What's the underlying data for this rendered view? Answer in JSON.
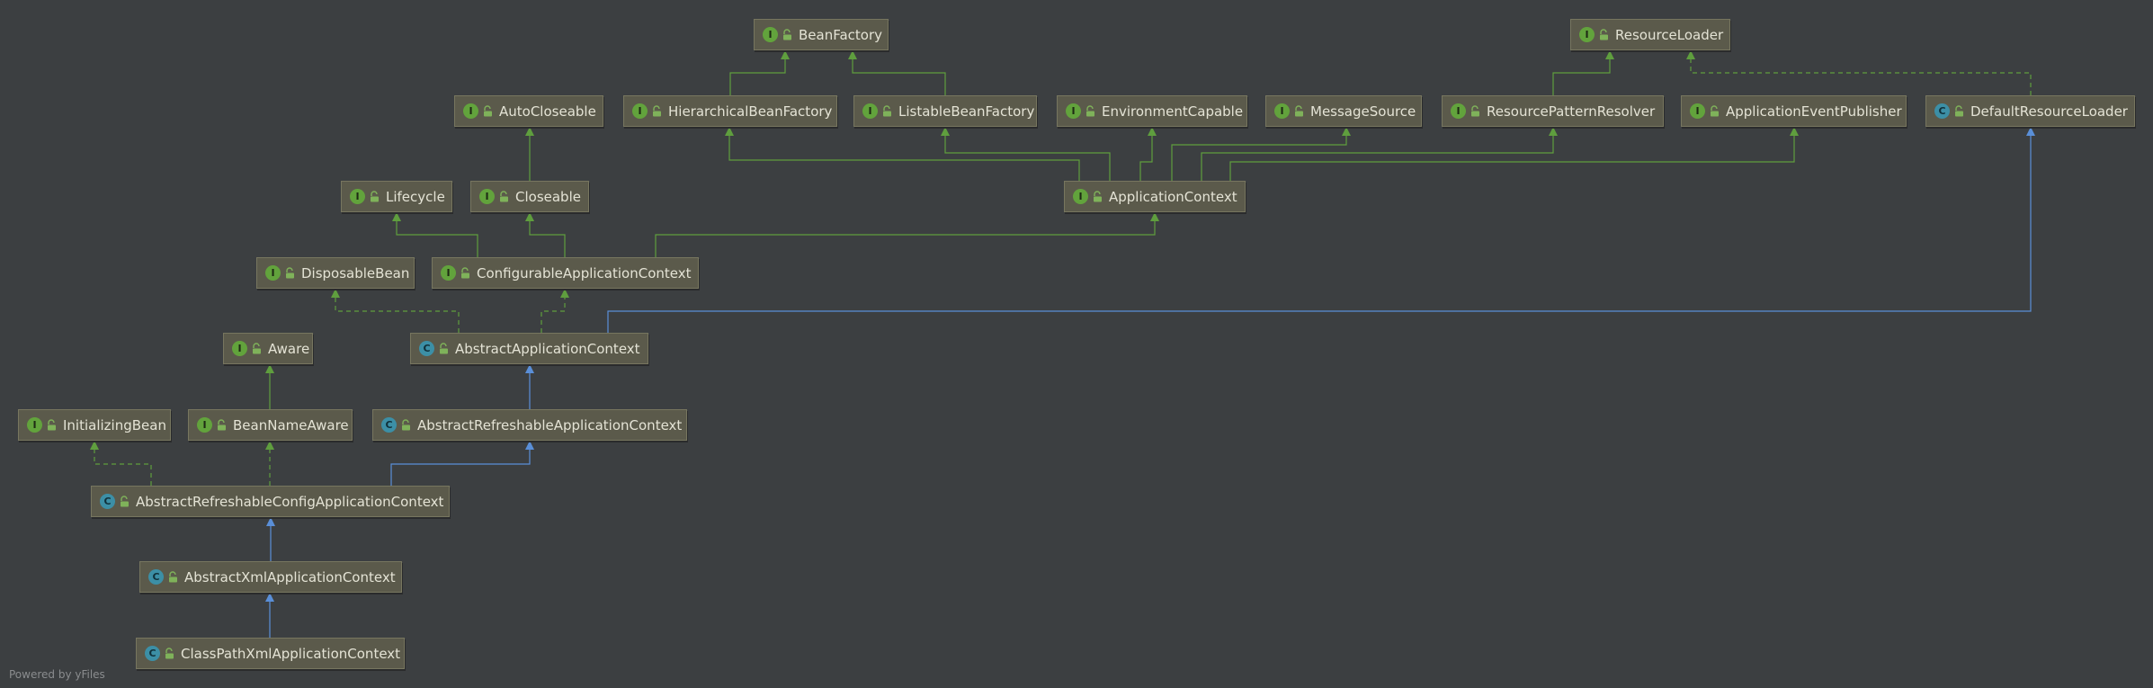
{
  "nodes": [
    {
      "id": "BeanFactory",
      "kind": "I",
      "label": "BeanFactory"
    },
    {
      "id": "ResourceLoader",
      "kind": "I",
      "label": "ResourceLoader"
    },
    {
      "id": "AutoCloseable",
      "kind": "I",
      "label": "AutoCloseable"
    },
    {
      "id": "HierarchicalBeanFactory",
      "kind": "I",
      "label": "HierarchicalBeanFactory"
    },
    {
      "id": "ListableBeanFactory",
      "kind": "I",
      "label": "ListableBeanFactory"
    },
    {
      "id": "EnvironmentCapable",
      "kind": "I",
      "label": "EnvironmentCapable"
    },
    {
      "id": "MessageSource",
      "kind": "I",
      "label": "MessageSource"
    },
    {
      "id": "ResourcePatternResolver",
      "kind": "I",
      "label": "ResourcePatternResolver"
    },
    {
      "id": "ApplicationEventPublisher",
      "kind": "I",
      "label": "ApplicationEventPublisher"
    },
    {
      "id": "DefaultResourceLoader",
      "kind": "C",
      "label": "DefaultResourceLoader"
    },
    {
      "id": "Lifecycle",
      "kind": "I",
      "label": "Lifecycle"
    },
    {
      "id": "Closeable",
      "kind": "I",
      "label": "Closeable"
    },
    {
      "id": "ApplicationContext",
      "kind": "I",
      "label": "ApplicationContext"
    },
    {
      "id": "DisposableBean",
      "kind": "I",
      "label": "DisposableBean"
    },
    {
      "id": "ConfigurableApplicationContext",
      "kind": "I",
      "label": "ConfigurableApplicationContext"
    },
    {
      "id": "Aware",
      "kind": "I",
      "label": "Aware"
    },
    {
      "id": "AbstractApplicationContext",
      "kind": "C",
      "label": "AbstractApplicationContext"
    },
    {
      "id": "InitializingBean",
      "kind": "I",
      "label": "InitializingBean"
    },
    {
      "id": "BeanNameAware",
      "kind": "I",
      "label": "BeanNameAware"
    },
    {
      "id": "AbstractRefreshableApplicationContext",
      "kind": "C",
      "label": "AbstractRefreshableApplicationContext"
    },
    {
      "id": "AbstractRefreshableConfigApplicationContext",
      "kind": "C",
      "label": "AbstractRefreshableConfigApplicationContext"
    },
    {
      "id": "AbstractXmlApplicationContext",
      "kind": "C",
      "label": "AbstractXmlApplicationContext"
    },
    {
      "id": "ClassPathXmlApplicationContext",
      "kind": "C",
      "label": "ClassPathXmlApplicationContext"
    }
  ],
  "edges": [
    {
      "from": "HierarchicalBeanFactory",
      "to": "BeanFactory",
      "type": "extends"
    },
    {
      "from": "ListableBeanFactory",
      "to": "BeanFactory",
      "type": "extends"
    },
    {
      "from": "ResourcePatternResolver",
      "to": "ResourceLoader",
      "type": "extends"
    },
    {
      "from": "DefaultResourceLoader",
      "to": "ResourceLoader",
      "type": "implements"
    },
    {
      "from": "ApplicationContext",
      "to": "HierarchicalBeanFactory",
      "type": "extends"
    },
    {
      "from": "ApplicationContext",
      "to": "ListableBeanFactory",
      "type": "extends"
    },
    {
      "from": "ApplicationContext",
      "to": "EnvironmentCapable",
      "type": "extends"
    },
    {
      "from": "ApplicationContext",
      "to": "MessageSource",
      "type": "extends"
    },
    {
      "from": "ApplicationContext",
      "to": "ResourcePatternResolver",
      "type": "extends"
    },
    {
      "from": "ApplicationContext",
      "to": "ApplicationEventPublisher",
      "type": "extends"
    },
    {
      "from": "Closeable",
      "to": "AutoCloseable",
      "type": "extends"
    },
    {
      "from": "ConfigurableApplicationContext",
      "to": "Lifecycle",
      "type": "extends"
    },
    {
      "from": "ConfigurableApplicationContext",
      "to": "Closeable",
      "type": "extends"
    },
    {
      "from": "ConfigurableApplicationContext",
      "to": "ApplicationContext",
      "type": "extends"
    },
    {
      "from": "AbstractApplicationContext",
      "to": "DisposableBean",
      "type": "implements"
    },
    {
      "from": "AbstractApplicationContext",
      "to": "ConfigurableApplicationContext",
      "type": "implements"
    },
    {
      "from": "AbstractApplicationContext",
      "to": "DefaultResourceLoader",
      "type": "class-extends"
    },
    {
      "from": "BeanNameAware",
      "to": "Aware",
      "type": "extends"
    },
    {
      "from": "AbstractRefreshableApplicationContext",
      "to": "AbstractApplicationContext",
      "type": "class-extends"
    },
    {
      "from": "AbstractRefreshableConfigApplicationContext",
      "to": "InitializingBean",
      "type": "implements"
    },
    {
      "from": "AbstractRefreshableConfigApplicationContext",
      "to": "BeanNameAware",
      "type": "implements"
    },
    {
      "from": "AbstractRefreshableConfigApplicationContext",
      "to": "AbstractRefreshableApplicationContext",
      "type": "class-extends"
    },
    {
      "from": "AbstractXmlApplicationContext",
      "to": "AbstractRefreshableConfigApplicationContext",
      "type": "class-extends"
    },
    {
      "from": "ClassPathXmlApplicationContext",
      "to": "AbstractXmlApplicationContext",
      "type": "class-extends"
    }
  ],
  "colors": {
    "background": "#3c3f41",
    "node_fill": "#5b5a4b",
    "node_border": "#77765f",
    "text": "#e4e3d5",
    "interface_badge": "#62a33c",
    "class_badge": "#3c8fa6",
    "interface_edge": "#5f9e3e",
    "class_edge": "#5a8fd8"
  },
  "watermark": "Powered by yFiles"
}
